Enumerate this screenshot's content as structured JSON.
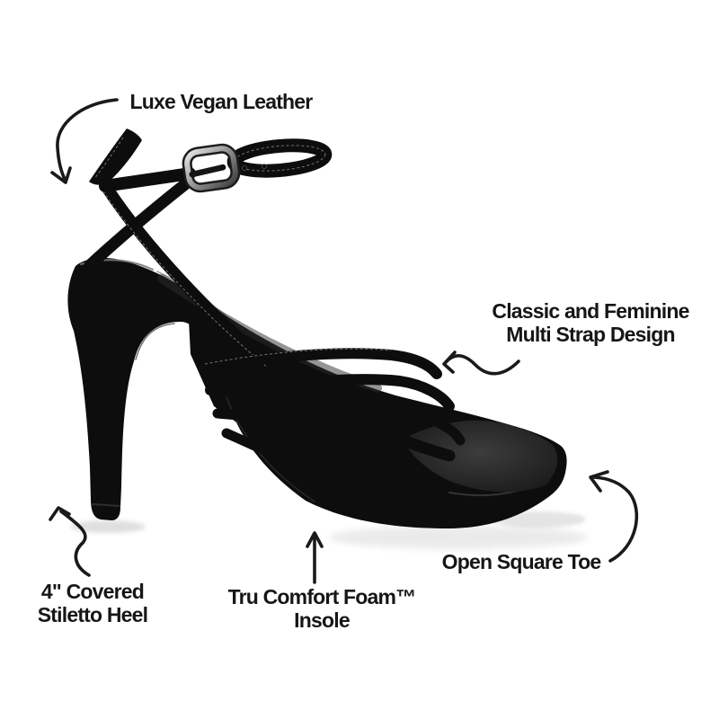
{
  "image": {
    "alt": "Black strappy stiletto-heel sandal, side view, on white background with feature callouts"
  },
  "colors": {
    "bg": "#ffffff",
    "text": "#161616",
    "arrow": "#1a1a1a",
    "shoe": "#0d0d0d",
    "buckle_metal": "#b5b5b5"
  },
  "callouts": {
    "vegan_leather": {
      "label": "Luxe Vegan Leather"
    },
    "multi_strap": {
      "line1": "Classic and Feminine",
      "line2": "Multi Strap Design"
    },
    "square_toe": {
      "label": "Open Square Toe"
    },
    "stiletto_heel": {
      "line1": "4\" Covered",
      "line2": "Stiletto Heel"
    },
    "foam_insole": {
      "line1": "Tru Comfort Foam™",
      "line2": "Insole"
    }
  }
}
